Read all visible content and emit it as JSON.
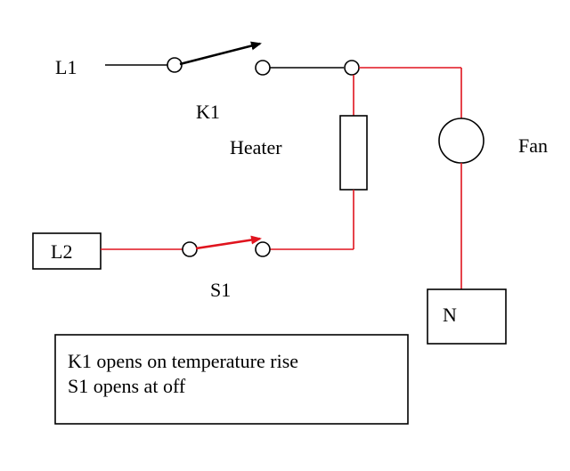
{
  "labels": {
    "l1": "L1",
    "l2": "L2",
    "k1": "K1",
    "s1": "S1",
    "heater": "Heater",
    "fan": "Fan",
    "n": "N"
  },
  "note": {
    "line1": "K1 opens on temperature rise",
    "line2": "S1 opens at off"
  },
  "colors": {
    "wire_black": "#000000",
    "wire_red": "#e0141e",
    "background": "#ffffff"
  }
}
